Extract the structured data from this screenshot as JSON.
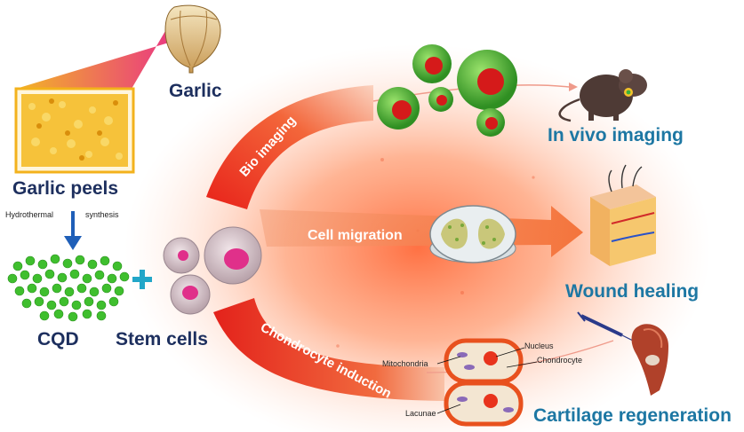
{
  "sources": {
    "garlic": "Garlic",
    "garlic_peels": "Garlic peels",
    "hydrothermal": "Hydrothermal",
    "synthesis": "synthesis",
    "cqd": "CQD",
    "plus": "+",
    "stem_cells": "Stem cells"
  },
  "pathways": {
    "bio_imaging": "Bio imaging",
    "cell_migration": "Cell migration",
    "chondrocyte_induction": "Chondrocyte induction"
  },
  "outcomes": {
    "in_vivo_imaging": "In vivo imaging",
    "wound_healing": "Wound healing",
    "cartilage_regeneration": "Cartilage regeneration"
  },
  "cartilage_parts": {
    "nucleus": "Nucleus",
    "mitochondria": "Mitochondria",
    "chondrocyte": "Chondrocyte",
    "lacunae": "Lacunae"
  },
  "colors": {
    "label_dark": "#1d2f5e",
    "label_teal": "#1d77a3",
    "arrow_red": "#e8331c",
    "arrow_orange": "#f47a3a",
    "glow": "#ff8a5a",
    "cqd_green": "#3fbf2e",
    "stem_pink": "#e0308a",
    "garlic_gold": "#f3b21c"
  },
  "icons": [
    "garlic-icon",
    "garlic-peels-icon",
    "cqd-dots-icon",
    "stem-cells-icon",
    "spheroids-icon",
    "mouse-icon",
    "petri-dish-icon",
    "skin-icon",
    "cartilage-cell-icon",
    "knee-icon",
    "syringe-icon"
  ]
}
